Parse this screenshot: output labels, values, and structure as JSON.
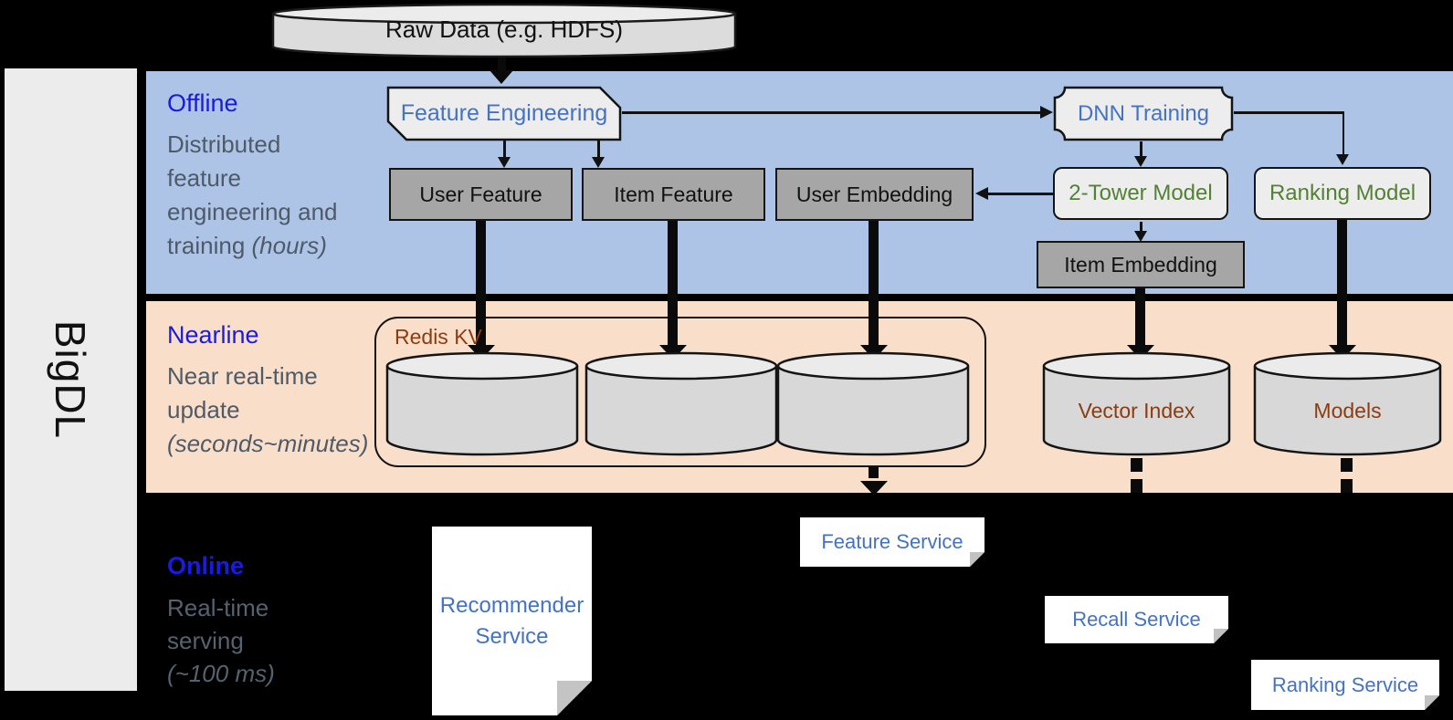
{
  "sidebar": {
    "brand": "BigDL"
  },
  "raw_data": {
    "label": "Raw Data (e.g. HDFS)"
  },
  "offline": {
    "title": "Offline",
    "description": [
      "Distributed",
      "feature",
      "engineering and"
    ],
    "description_last_regular": "training ",
    "description_last_italic": "(hours)",
    "nodes": {
      "feature_engineering": "Feature Engineering",
      "dnn_training": "DNN Training",
      "user_feature": "User Feature",
      "item_feature": "Item Feature",
      "user_embedding": "User Embedding",
      "two_tower_model": "2-Tower Model",
      "ranking_model": "Ranking Model",
      "item_embedding": "Item Embedding"
    }
  },
  "nearline": {
    "title": "Nearline",
    "description": [
      "Near real-time",
      "update"
    ],
    "description_italic": "(seconds~minutes)",
    "redis_label": "Redis KV",
    "vector_index_label": "Vector Index",
    "models_label": "Models"
  },
  "online": {
    "title": "Online",
    "description": [
      "Real-time",
      "serving"
    ],
    "description_italic": "(~100 ms)",
    "services": {
      "recommender": "Recommender Service",
      "feature": "Feature Service",
      "recall": "Recall Service",
      "ranking": "Ranking Service"
    }
  },
  "colors": {
    "offline_band": "#adc4e7",
    "nearline_band": "#f9dfca",
    "section_title_blue": "#1b1bd9",
    "node_text_blue": "#4472c4",
    "model_text_green": "#538135",
    "storage_text_brown": "#8c3c10",
    "gray_box": "#a6a6a6",
    "light_box": "#ededed",
    "background": "#000000"
  }
}
